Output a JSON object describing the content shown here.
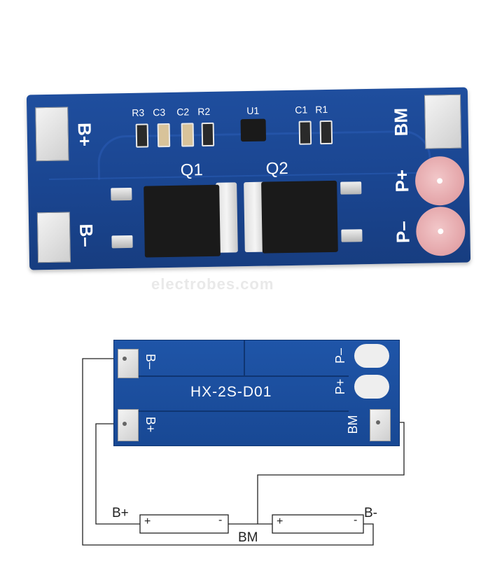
{
  "top_board": {
    "pad_b_plus": "B+",
    "pad_b_minus": "B–",
    "pad_bm": "BM",
    "pad_p_plus": "P+",
    "pad_p_minus": "P–",
    "components": [
      "R3",
      "C3",
      "C2",
      "R2",
      "U1",
      "C1",
      "R1"
    ],
    "q1": "Q1",
    "q2": "Q2"
  },
  "watermark": "electrobes.com",
  "bottom_board": {
    "model": "HX-2S-D01",
    "pad_b_minus": "B–",
    "pad_b_plus": "B+",
    "pad_p_minus": "P–",
    "pad_p_plus": "P+",
    "pad_bm": "BM"
  },
  "wiring": {
    "label_b_plus": "B+",
    "label_b_minus": "B-",
    "label_bm": "BM",
    "cell_plus": "+",
    "cell_minus": "-"
  }
}
